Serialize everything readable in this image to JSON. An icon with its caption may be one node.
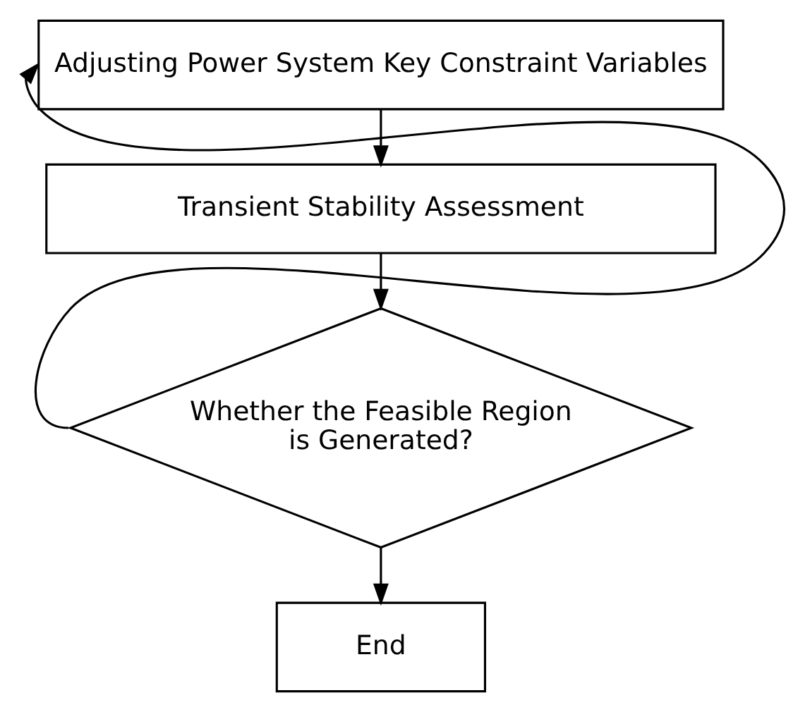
{
  "diagram": {
    "nodes": [
      {
        "text": [
          "Adjusting Power System Key Constraint Variables"
        ]
      },
      {
        "text": [
          "Transient Stability Assessment"
        ]
      },
      {
        "text": [
          "Whether the Feasible Region is Generated?"
        ]
      },
      {
        "text": [
          "End"
        ]
      }
    ],
    "edges": [
      {
        "from": 0,
        "to": 1,
        "arrow": "to"
      },
      {
        "from": 1,
        "to": 2,
        "arrow": "to"
      },
      {
        "from": 2,
        "to": 3,
        "arrow": "to"
      },
      {
        "from": 2,
        "to": 0,
        "arrow": "to"
      }
    ]
  }
}
